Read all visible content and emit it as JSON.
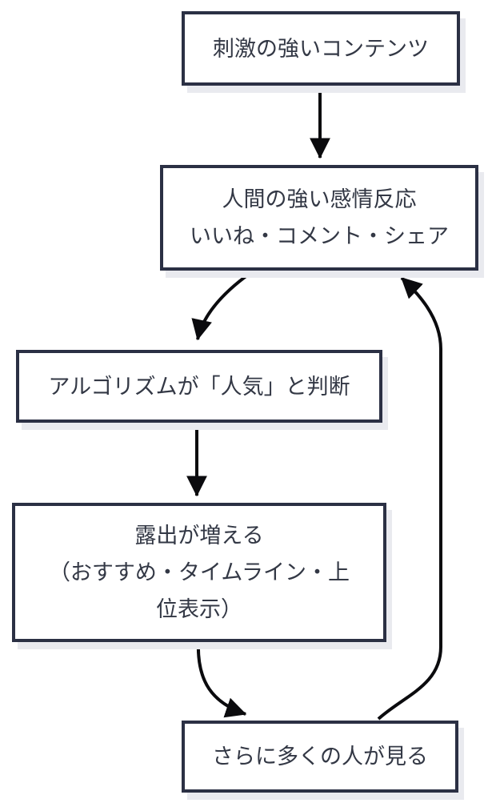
{
  "diagram": {
    "description": "Flowchart of a social media engagement feedback loop",
    "nodes": [
      {
        "id": "stimulating-content",
        "lines": [
          "刺激の強いコンテンツ"
        ]
      },
      {
        "id": "emotional-reaction",
        "lines": [
          "人間の強い感情反応",
          "いいね・コメント・シェア"
        ]
      },
      {
        "id": "algorithm-popular",
        "lines": [
          "アルゴリズムが「人気」と判断"
        ]
      },
      {
        "id": "exposure-increases",
        "lines": [
          "露出が増える",
          "（おすすめ・タイムライン・上",
          "位表示）"
        ]
      },
      {
        "id": "more-people-see",
        "lines": [
          "さらに多くの人が見る"
        ]
      }
    ],
    "edges": [
      {
        "from": "stimulating-content",
        "to": "emotional-reaction",
        "style": "straight-down"
      },
      {
        "from": "emotional-reaction",
        "to": "algorithm-popular",
        "style": "curve-down-left"
      },
      {
        "from": "algorithm-popular",
        "to": "exposure-increases",
        "style": "straight-down"
      },
      {
        "from": "exposure-increases",
        "to": "more-people-see",
        "style": "curve-down-right"
      },
      {
        "from": "more-people-see",
        "to": "emotional-reaction",
        "style": "feedback-loop-right"
      }
    ]
  },
  "colors": {
    "background": "#ffffff",
    "box_border": "#2b3044",
    "box_fill": "#ffffff",
    "box_shadow": "#e9eaef",
    "text": "#333845",
    "arrow": "#0b0b0e"
  }
}
